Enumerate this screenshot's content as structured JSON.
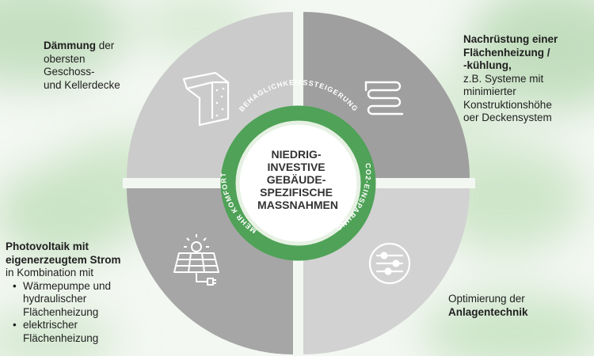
{
  "center_text": [
    "NIEDRIG-",
    "INVESTIVE",
    "GEBÄUDE-",
    "SPEZIFISCHE",
    "MASSNAHMEN"
  ],
  "ring_labels": {
    "top": "BEHAGLICHKEITSSTEIGERUNG",
    "right": "CO2-EINSPARUNG",
    "left": "MEHR KOMFORT"
  },
  "quadrant_icons": {
    "top_left": "insulation-layer-icon",
    "top_right": "floor-heating-pipe-icon",
    "bottom_left": "solar-panel-plug-icon",
    "bottom_right": "control-sliders-icon"
  },
  "colors": {
    "light_gray": "#c8c8c8",
    "dark_gray": "#9b9b9b",
    "ring_green": "#4fa257",
    "ring_inner": "#e7f2e4",
    "center_white": "#ffffff"
  },
  "labels": {
    "top_left": {
      "bold": "Dämmung",
      "rest": " der\nobersten\nGeschoss-\nund Kellerdecke"
    },
    "top_right": {
      "bold": "Nachrüstung einer\n Flächenheizung /\n -kühlung,",
      "rest": "\nz.B. Systeme mit\nminimierter\nKonstruktionshöhe\noer Deckensystem"
    },
    "bottom_left": {
      "bold": "Photovoltaik mit\neigenerzeugtem Strom",
      "rest": "\nin Kombination mit",
      "items": [
        "Wärmepumpe und\nhydraulischer\nFlächenheizung",
        "elektrischer\nFlächenheizung"
      ]
    },
    "bottom_right": {
      "rest": "Optimierung der\n",
      "bold": "Anlagentechnik"
    }
  }
}
